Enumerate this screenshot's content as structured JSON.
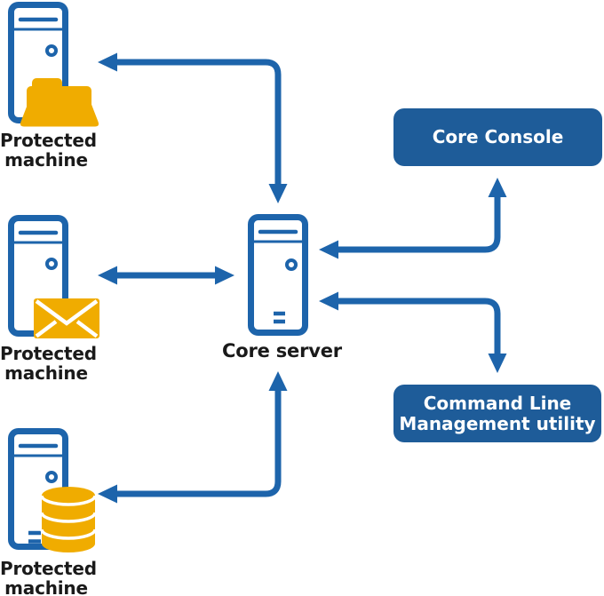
{
  "colors": {
    "blue": "#1D64AB",
    "box_blue": "#1E5C99",
    "gold": "#F0AC00",
    "label_text": "#1A1A1A",
    "box_text": "#FFFFFF"
  },
  "nodes": {
    "machine_top": {
      "label_line1": "Protected",
      "label_line2": "machine",
      "overlay_icon": "folder-icon"
    },
    "machine_middle": {
      "label_line1": "Protected",
      "label_line2": "machine",
      "overlay_icon": "envelope-icon"
    },
    "machine_bottom": {
      "label_line1": "Protected",
      "label_line2": "machine",
      "overlay_icon": "database-icon"
    },
    "core_server": {
      "label": "Core server"
    },
    "core_console": {
      "label": "Core Console"
    },
    "command_line_utility": {
      "label_line1": "Command Line",
      "label_line2": "Management utility"
    }
  },
  "connections": [
    {
      "from": "core-server",
      "to": "protected-machine-top",
      "shape": "elbow",
      "arrowheads": [
        "left",
        "down"
      ]
    },
    {
      "from": "core-server",
      "to": "protected-machine-middle",
      "shape": "straight",
      "arrowheads": [
        "left",
        "right"
      ]
    },
    {
      "from": "core-server",
      "to": "protected-machine-bottom",
      "shape": "elbow",
      "arrowheads": [
        "left",
        "up"
      ]
    },
    {
      "from": "core-console",
      "to": "core-server",
      "shape": "elbow",
      "arrowheads": [
        "up",
        "left"
      ]
    },
    {
      "from": "command-line-utility",
      "to": "core-server",
      "shape": "elbow",
      "arrowheads": [
        "left",
        "down"
      ]
    }
  ]
}
